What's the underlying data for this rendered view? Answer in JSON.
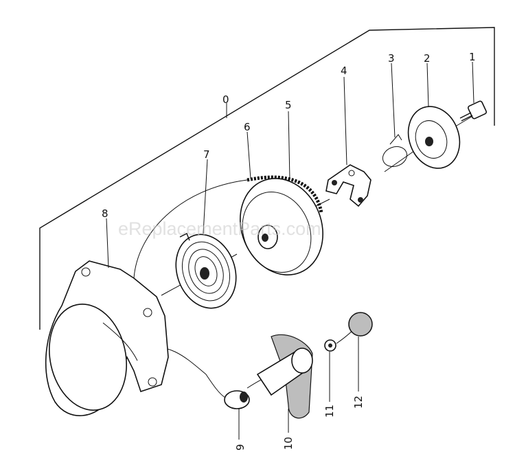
{
  "diagram": {
    "watermark": "eReplacementParts.com",
    "callouts": [
      {
        "id": "c0",
        "label": "0"
      },
      {
        "id": "c1",
        "label": "1"
      },
      {
        "id": "c2",
        "label": "2"
      },
      {
        "id": "c3",
        "label": "3"
      },
      {
        "id": "c4",
        "label": "4"
      },
      {
        "id": "c5",
        "label": "5"
      },
      {
        "id": "c6",
        "label": "6"
      },
      {
        "id": "c7",
        "label": "7"
      },
      {
        "id": "c8",
        "label": "8"
      },
      {
        "id": "c9",
        "label": "9"
      },
      {
        "id": "c10",
        "label": "10"
      },
      {
        "id": "c11",
        "label": "11"
      },
      {
        "id": "c12",
        "label": "12"
      }
    ]
  }
}
